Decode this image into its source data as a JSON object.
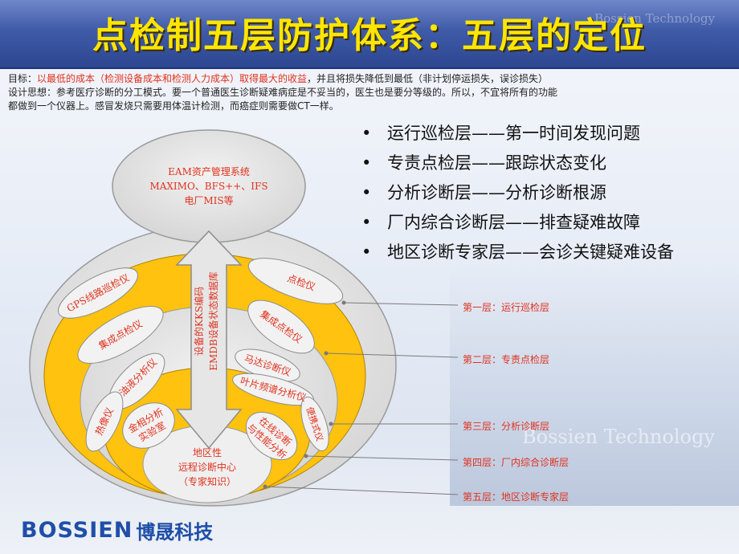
{
  "header": {
    "title": "点检制五层防护体系：五层的定位",
    "watermark": "Bossien Technology"
  },
  "intro": {
    "goal_label": "目标：",
    "goal_highlight": "以最低的成本（检测设备成本和检测人力成本）取得最大的收益",
    "goal_rest": "，并且将损失降低到最低（非计划停运损失，误诊损失）",
    "design_line1": "设计思想：参考医疗诊断的分工模式。要一个普通医生诊断疑难病症是不妥当的，医生也是要分等级的。所以，不宜将所有的功能",
    "design_line2": "都做到一个仪器上。感冒发烧只需要用体温计检测，而癌症则需要做CT一样。"
  },
  "bullets": [
    "运行巡检层——第一时间发现问题",
    "专责点检层——跟踪状态变化",
    "分析诊断层——分析诊断根源",
    "厂内综合诊断层——排查疑难故障",
    "地区诊断专家层——会诊关键疑难设备"
  ],
  "diagram": {
    "top_cloud": [
      "EAM资产管理系统",
      "MAXIMO、BFS++、IFS",
      "电厂MIS等"
    ],
    "arrow_text": [
      "设备的KKS编码",
      "EMDB设备状态数据库"
    ],
    "pills": {
      "gps": "GPS线路巡检仪",
      "spot_check": "点检仪",
      "integrated_left": "集成点检仪",
      "integrated_right": "集成点检仪",
      "oil": "油液分析仪",
      "motor": "马达诊断仪",
      "blade": "叶片频谱分析仪",
      "thermal": "热像仪",
      "portable": "便携式仪",
      "metal": [
        "金相分析",
        "实验室"
      ],
      "online": [
        "在线诊断",
        "与性能分析"
      ]
    },
    "center": [
      "地区性",
      "远程诊断中心",
      "（专家知识）"
    ]
  },
  "layer_labels": [
    "第一层：运行巡检层",
    "第二层：专责点检层",
    "第三层：分析诊断层",
    "第四层：厂内综合诊断层",
    "第五层：地区诊断专家层"
  ],
  "logo": {
    "en": "BOSSIEN",
    "cn": "博晟科技"
  },
  "colors": {
    "title": "#ffe600",
    "highlight": "#e0321e",
    "ring_yellow": "#ffc20e",
    "ring_gray": "#e4e4e4",
    "brand": "#1f4fa8"
  }
}
